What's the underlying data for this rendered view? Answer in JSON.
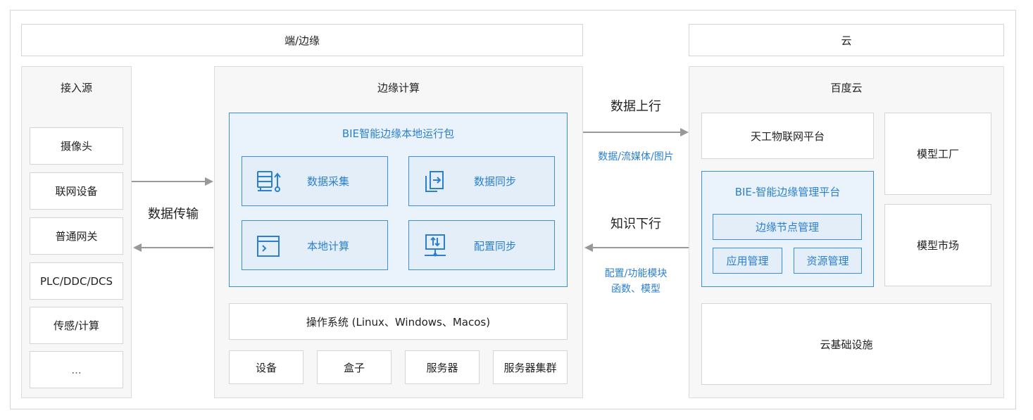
{
  "edge_header": "端/边缘",
  "cloud_header": "云",
  "sources": {
    "title": "接入源",
    "items": [
      "摄像头",
      "联网设备",
      "普通网关",
      "PLC/DDC/DCS",
      "传感/计算",
      "..."
    ]
  },
  "transfer_label": "数据传输",
  "edge_compute": {
    "title": "边缘计算",
    "package_title": "BIE智能边缘本地运行包",
    "modules": {
      "collect": "数据采集",
      "sync": "数据同步",
      "compute": "本地计算",
      "config_sync": "配置同步"
    },
    "os": "操作系统 (Linux、Windows、Macos)",
    "hardware": [
      "设备",
      "盒子",
      "服务器",
      "服务器集群"
    ]
  },
  "uplink": {
    "title": "数据上行",
    "sub": "数据/流媒体/图片"
  },
  "downlink": {
    "title": "知识下行",
    "sub_line1": "配置/功能模块",
    "sub_line2": "函数、模型"
  },
  "baidu_cloud": {
    "title": "百度云",
    "iot_platform": "天工物联网平台",
    "mgmt_platform": "BIE-智能边缘管理平台",
    "node_mgmt": "边缘节点管理",
    "app_mgmt": "应用管理",
    "resource_mgmt": "资源管理",
    "model_factory": "模型工厂",
    "model_market": "模型市场",
    "infra": "云基础设施"
  },
  "colors": {
    "accent": "#3a8fd9",
    "accent_text": "#2b7fd0",
    "panel_bg": "#eaf3fb",
    "arrow": "#999999"
  }
}
